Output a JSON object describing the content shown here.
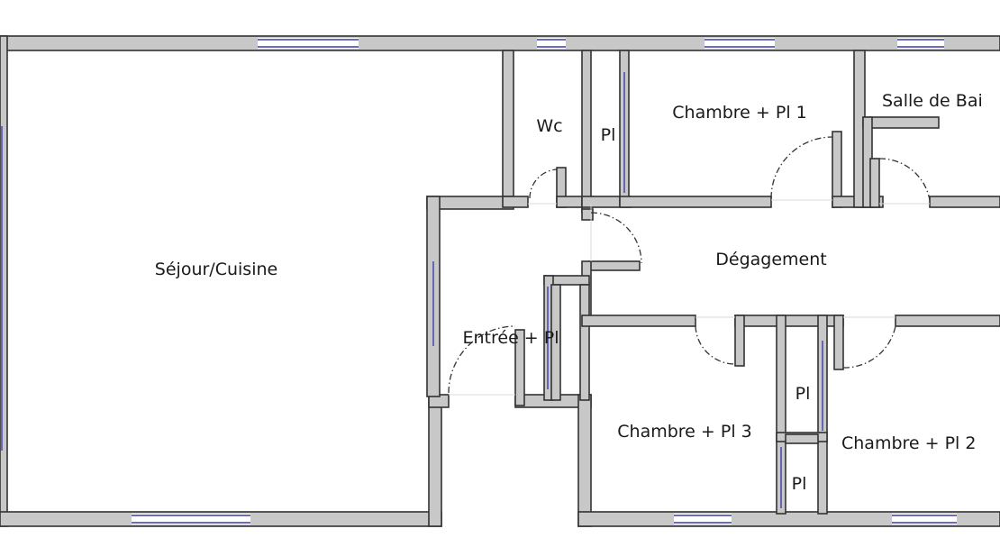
{
  "plan": {
    "rooms": {
      "sejour": "Séjour/Cuisine",
      "wc": "Wc",
      "pl_wc": "Pl",
      "chambre1": "Chambre + Pl 1",
      "salle_de_bain": "Salle de Bai",
      "degagement": "Dégagement",
      "entree": "Entrée + Pl",
      "chambre3": "Chambre + Pl 3",
      "pl_a": "Pl",
      "pl_b": "Pl",
      "chambre2": "Chambre + Pl 2"
    }
  }
}
